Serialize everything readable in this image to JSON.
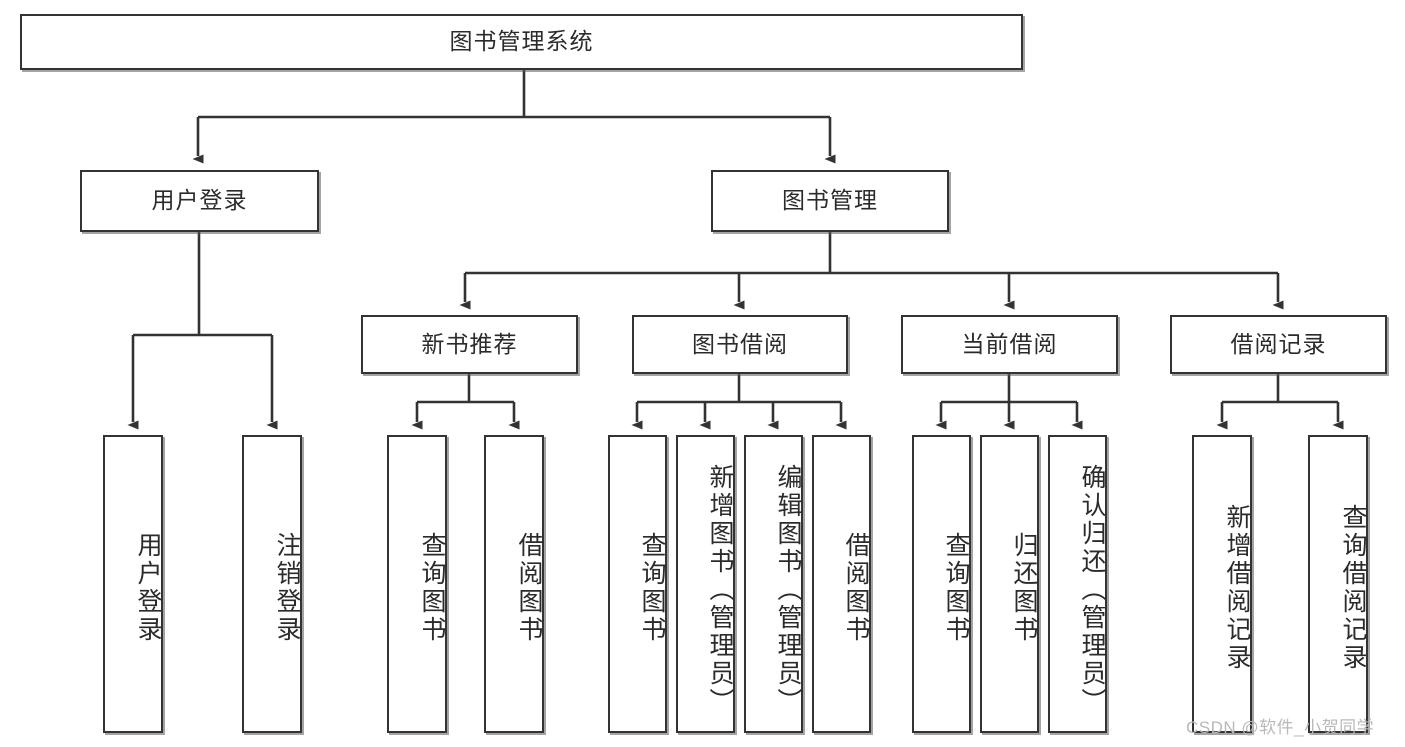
{
  "diagram": {
    "type": "tree-hierarchy",
    "title": "图书管理系统",
    "root": {
      "id": "root",
      "label": "图书管理系统"
    },
    "level2": [
      {
        "id": "user-login",
        "label": "用户登录"
      },
      {
        "id": "book-management",
        "label": "图书管理"
      }
    ],
    "level3": [
      {
        "id": "new-book-recommend",
        "label": "新书推荐",
        "parent": "book-management"
      },
      {
        "id": "book-borrow",
        "label": "图书借阅",
        "parent": "book-management"
      },
      {
        "id": "current-borrow",
        "label": "当前借阅",
        "parent": "book-management"
      },
      {
        "id": "borrow-record",
        "label": "借阅记录",
        "parent": "book-management"
      }
    ],
    "leaves": {
      "user_login": [
        {
          "id": "leaf-user-login",
          "label": "用户登录"
        },
        {
          "id": "leaf-user-logout",
          "label": "注销登录"
        }
      ],
      "new_book_recommend": [
        {
          "id": "leaf-query-book-1",
          "label": "查询图书"
        },
        {
          "id": "leaf-borrow-book-1",
          "label": "借阅图书"
        }
      ],
      "book_borrow": [
        {
          "id": "leaf-query-book-2",
          "label": "查询图书"
        },
        {
          "id": "leaf-add-book",
          "label": "新增图书（管理员）"
        },
        {
          "id": "leaf-edit-book",
          "label": "编辑图书（管理员）"
        },
        {
          "id": "leaf-borrow-book-2",
          "label": "借阅图书"
        }
      ],
      "current_borrow": [
        {
          "id": "leaf-query-book-3",
          "label": "查询图书"
        },
        {
          "id": "leaf-return-book",
          "label": "归还图书"
        },
        {
          "id": "leaf-confirm-return",
          "label": "确认归还（管理员）"
        }
      ],
      "borrow_record": [
        {
          "id": "leaf-add-record",
          "label": "新增借阅记录"
        },
        {
          "id": "leaf-query-record",
          "label": "查询借阅记录"
        }
      ]
    }
  },
  "watermark": {
    "text": "CSDN @软件_小贺同学"
  },
  "colors": {
    "box_border": "#333333",
    "box_fill": "#ffffff",
    "text": "#2b2b2b",
    "connector": "#333333",
    "watermark": "#b9b9b9",
    "background": "#ffffff"
  }
}
